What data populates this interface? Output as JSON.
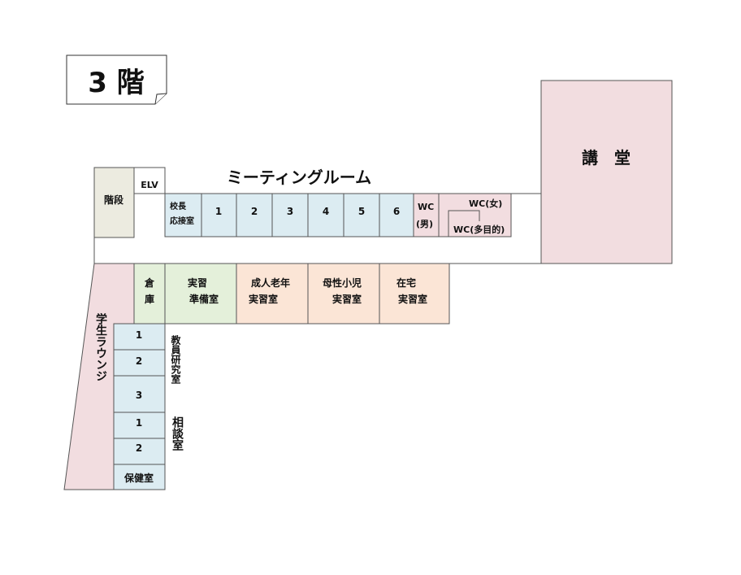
{
  "floor_label": "3 階",
  "meeting_room_title": "ミーティングルーム",
  "rooms": {
    "stairs": "階段",
    "elevator": "ELV",
    "principal_line1": "校長",
    "principal_line2": "応接室",
    "meeting_1": "1",
    "meeting_2": "2",
    "meeting_3": "3",
    "meeting_4": "4",
    "meeting_5": "5",
    "meeting_6": "6",
    "wc_male_line1": "WC",
    "wc_male_line2": "(男)",
    "wc_female": "WC(女)",
    "wc_multi": "WC(多目的)",
    "auditorium": "講　堂",
    "storage_line1": "倉",
    "storage_line2": "庫",
    "prep_line1": "実習",
    "prep_line2": "準備室",
    "adult_line1": "成人老年",
    "adult_line2": "実習室",
    "maternal_line1": "母性小児",
    "maternal_line2": "実習室",
    "home_line1": "在宅",
    "home_line2": "実習室",
    "lounge": "学生ラウンジ",
    "faculty_1": "1",
    "faculty_2": "2",
    "faculty_3": "3",
    "faculty_label": "教員研究室",
    "consult_1": "1",
    "consult_2": "2",
    "consult_label": "相談室",
    "health_room": "保健室"
  },
  "colors": {
    "blue": "#dcecf2",
    "pink": "#f2dde0",
    "green": "#e4f0da",
    "orange": "#fbe5d6",
    "beige": "#ecebe0"
  }
}
